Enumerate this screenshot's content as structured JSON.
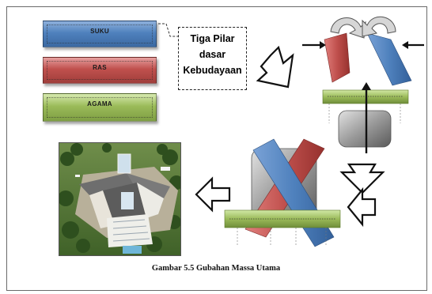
{
  "bars": {
    "suku": "SUKU",
    "ras": "RAS",
    "agama": "AGAMA"
  },
  "tiga_pilar": {
    "line1": "Tiga Pilar",
    "line2": "dasar",
    "line3": "Kebudayaan"
  },
  "caption": "Gambar 5.5 Gubahan Massa Utama",
  "colors": {
    "blue": "#4f81bd",
    "red": "#c0504d",
    "green": "#9bbb59",
    "gray": "#8c8c8c"
  },
  "icons": [
    "hollow-arrow-icon",
    "rotate-arrow-icon",
    "solid-arrow-icon"
  ]
}
